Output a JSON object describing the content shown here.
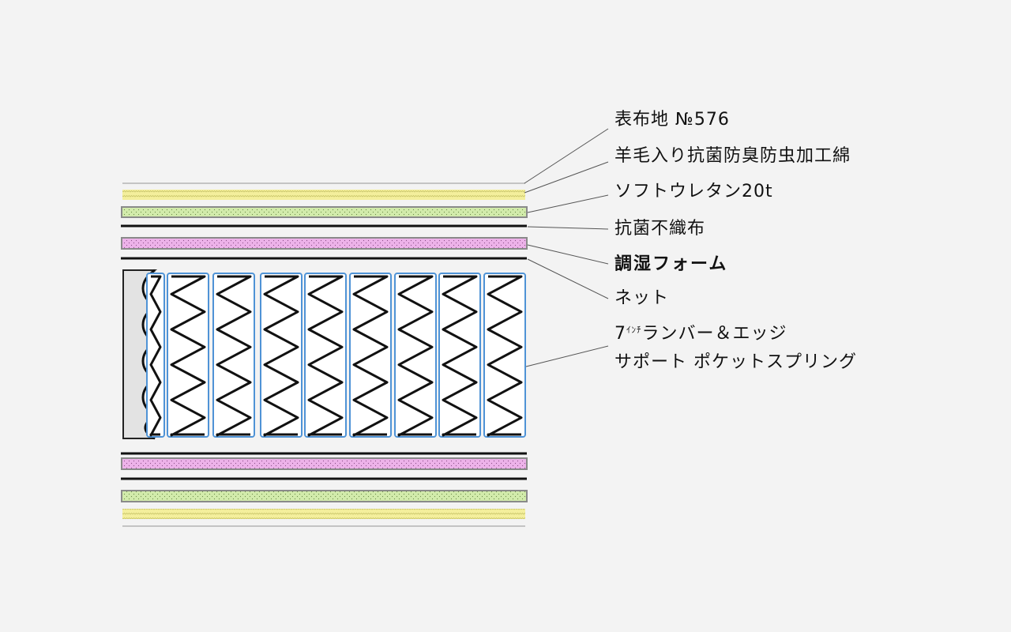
{
  "labels": {
    "cover_fabric": "表布地 №576",
    "wool": "羊毛入り抗菌防臭防虫加工綿",
    "urethane": "ソフトウレタン20t",
    "nonwoven": "抗菌不織布",
    "humidity_foam": "調湿フォーム",
    "net": "ネット",
    "spring_line1_num": "7",
    "spring_line1_small": "ｲﾝﾁ",
    "spring_line1_rest": "ランバー＆エッジ",
    "spring_line2": "サポート ポケットスプリング"
  },
  "colors": {
    "background": "#f3f3f3",
    "cover_line": "#c4c4c4",
    "wool_layer": "#f4ef9c",
    "urethane_layer": "#cfe9a6",
    "humidity_foam_layer": "#ecaee8",
    "layer_border": "#8a8a8a",
    "net_line": "#111111",
    "spring_outline": "#4f93d6",
    "leader_line": "#555555"
  },
  "icons": {
    "spring": "pocket-coil-spring",
    "edge_support": "wavy-edge-support"
  }
}
